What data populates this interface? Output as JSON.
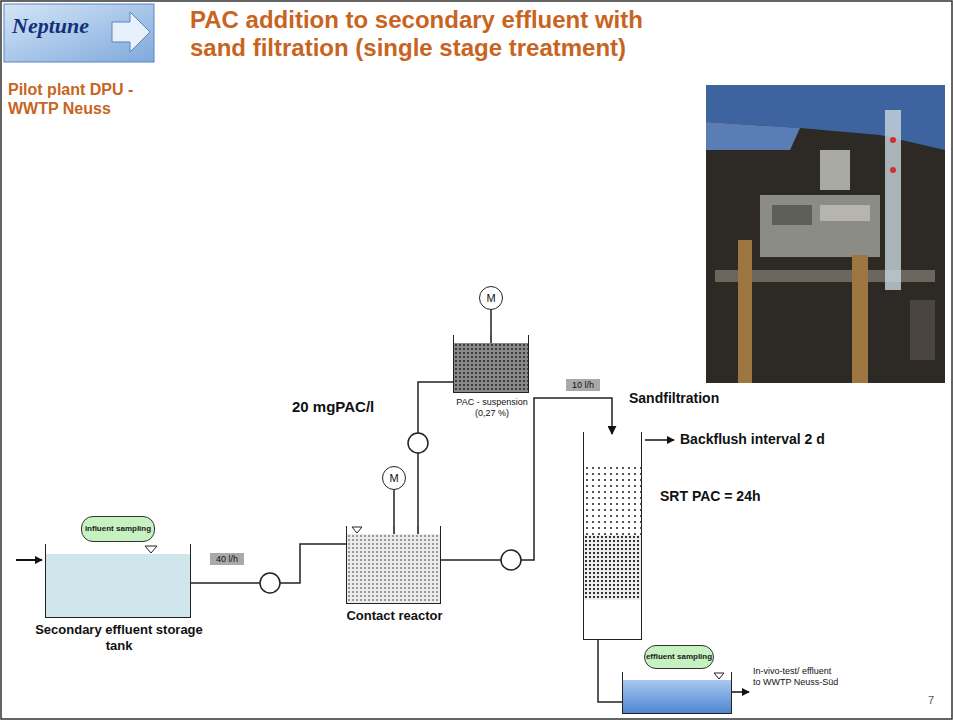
{
  "diagram": {
    "title": "PAC addition to secondary effluent with sand filtration (single stage treatment)",
    "nodes": [
      {
        "text": [
          "M"
        ]
      },
      {
        "text": [
          "PAC - suspension (0,27 %)"
        ]
      },
      {
        "text": [
          "Sandfiltration"
        ]
      },
      {
        "text": [
          "M"
        ]
      },
      {
        "text": [
          "influent sampling"
        ]
      },
      {
        "text": [
          "Secondary effluent storage tank"
        ]
      },
      {
        "text": [
          "Contact reactor"
        ]
      },
      {
        "text": [
          "effluent sampling"
        ]
      },
      {
        "text": [
          "In-vivo-test/ effluent to WWTP Neuss-Süd"
        ]
      }
    ],
    "edges": [
      {
        "from": 0,
        "to": 1,
        "arrow": "none"
      },
      {
        "from": 1,
        "to": 6,
        "label": "20 mgPAC/l",
        "arrow": "none"
      },
      {
        "from": 6,
        "to": 2,
        "label": "10 l/h",
        "arrow": "to"
      },
      {
        "from": 3,
        "to": 6,
        "arrow": "none"
      },
      {
        "from": 5,
        "to": 6,
        "label": "40 l/h",
        "arrow": "none"
      },
      {
        "from": 2,
        "to": 8,
        "arrow": "none"
      }
    ],
    "labels": [
      "Neptune",
      "Pilot plant DPU - WWTP Neuss",
      "Backflush interval 2 d",
      "SRT PAC = 24h",
      "7"
    ]
  }
}
